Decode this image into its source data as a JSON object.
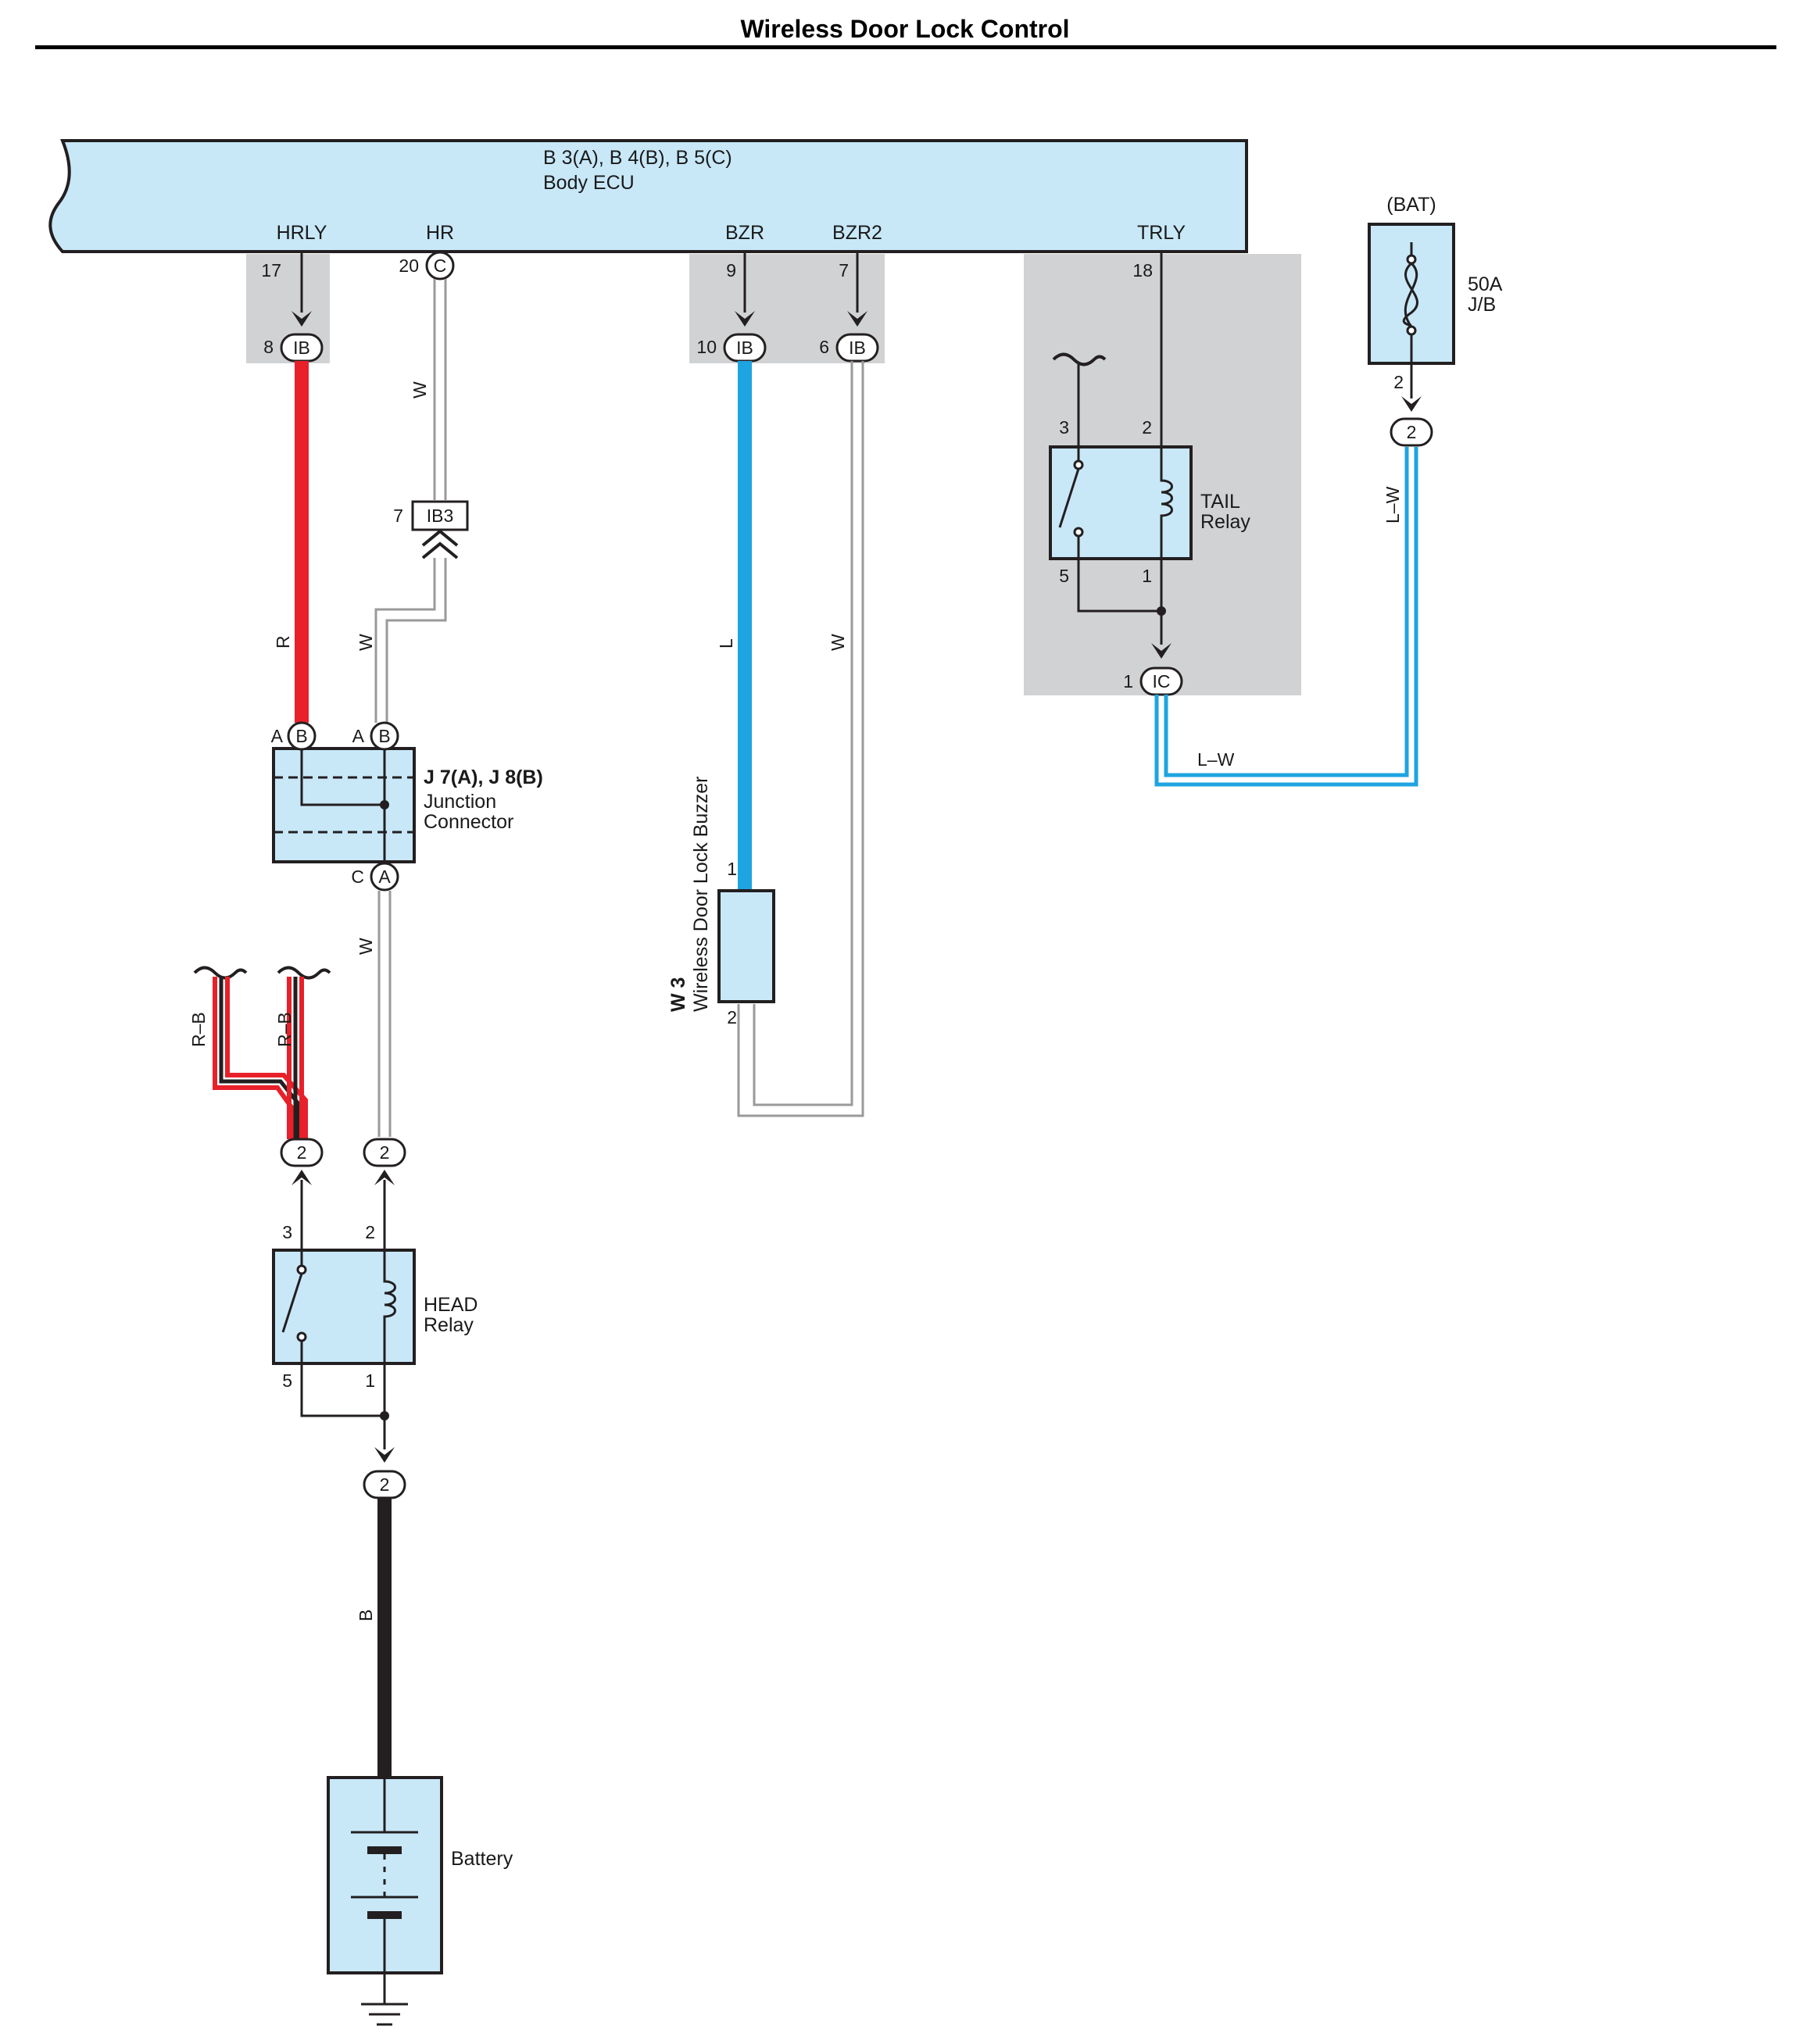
{
  "title": "Wireless Door Lock Control",
  "colors": {
    "box_fill": "#c8e8f8",
    "shade": "#d0d2d4",
    "wire_red": "#e8202a",
    "wire_blue": "#1ea4e0",
    "wire_black": "#231f20",
    "outline": "#231f20"
  },
  "ecu": {
    "connectors": "B 3(A), B 4(B), B 5(C)",
    "name": "Body ECU",
    "terminals": [
      "HRLY",
      "HR",
      "BZR",
      "BZR2",
      "TRLY"
    ]
  },
  "pins": {
    "hrly_pin": "17",
    "hr_pin": "20",
    "hr_conn": "C",
    "bzr_pin": "9",
    "bzr2_pin": "7",
    "trly_pin": "18",
    "ib_8": "8",
    "ib_10": "10",
    "ib_6": "6",
    "ib_label": "IB",
    "ib3_pin": "7",
    "ib3_label": "IB3",
    "ic_pin": "1",
    "ic_label": "IC"
  },
  "fuse": {
    "source": "(BAT)",
    "rating": "50A",
    "block": "J/B",
    "pin_out": "2",
    "conn": "2"
  },
  "tail_relay": {
    "name": "TAIL",
    "sub": "Relay",
    "pins": [
      "3",
      "2",
      "5",
      "1"
    ]
  },
  "junction": {
    "id": "J 7(A), J 8(B)",
    "line1": "Junction",
    "line2": "Connector",
    "top_left": "A",
    "top_left_conn": "B",
    "top_right": "A",
    "top_right_conn": "B",
    "bottom": "C",
    "bottom_conn": "A"
  },
  "buzzer": {
    "id": "W 3",
    "name": "Wireless Door Lock Buzzer",
    "pin_top": "1",
    "pin_bottom": "2"
  },
  "head_relay": {
    "name": "HEAD",
    "sub": "Relay",
    "pins": [
      "3",
      "2",
      "5",
      "1"
    ],
    "conn_left": "2",
    "conn_right": "2",
    "conn_bottom": "2"
  },
  "battery": {
    "name": "Battery"
  },
  "wires": {
    "hrly": "R",
    "hr_upper": "W",
    "hr_lower": "W",
    "junction_out": "W",
    "bzr": "L",
    "bzr2": "W",
    "lw_vertical": "L–W",
    "lw_horizontal": "L–W",
    "rb_left": "R–B",
    "rb_right": "R–B",
    "battery": "B"
  }
}
